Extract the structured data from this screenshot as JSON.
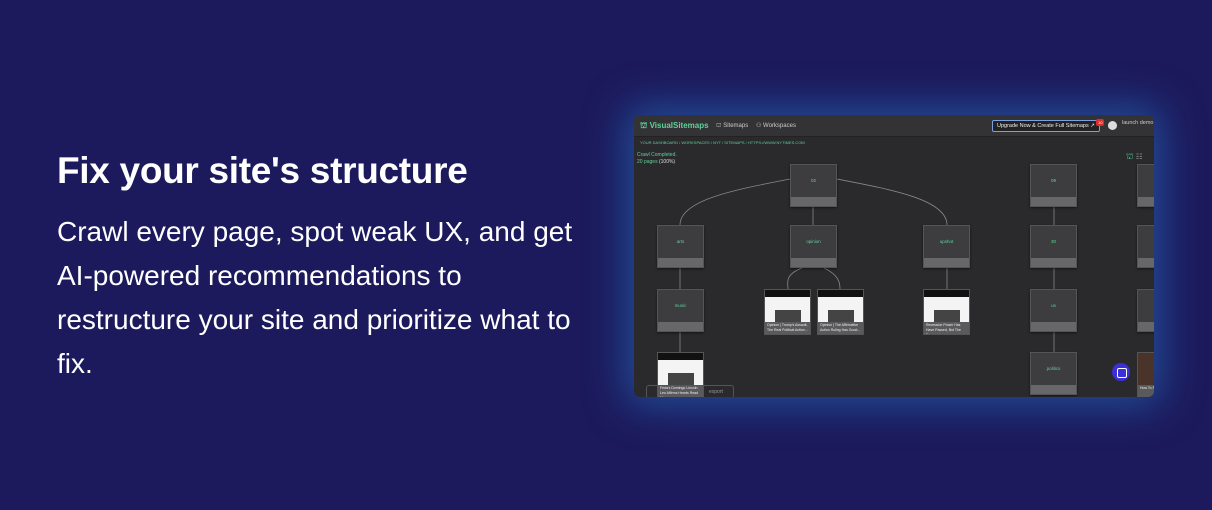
{
  "hero": {
    "headline": "Fix your site's structure",
    "body": "Crawl every page, spot weak UX, and get AI-powered recommendations to restructure your site and prioritize what to fix."
  },
  "app": {
    "logo": "VisualSitemaps",
    "nav": [
      "Sitemaps",
      "Workspaces"
    ],
    "upgrade_label": "Upgrade Now & Create Full Sitemaps ↗",
    "notification_count": "10",
    "user": "launch demo",
    "breadcrumb": "YOUR DASHBOARD / WORKSPACES / NYT / SITEMAPS / HTTPS://WWW.NYTIMES.COM",
    "crawl_status": "Crawl Completed.",
    "crawl_pages": "20 pages",
    "crawl_percent": "(100%)",
    "nodes": {
      "root": "02",
      "arts": "arts",
      "opinion": "opinion",
      "upshot": "upshot",
      "music": "music",
      "c4a": "09",
      "c4b": "30",
      "c4c": "us",
      "c4d": "politics"
    },
    "thumb_captions": [
      "Opinion | Trump's Assault, The Real Political Action...",
      "Opinion | The Affirmative Action Ruling Has Good...",
      "Recession Power Has Have Passed, But The Economic...",
      "Frida's Domingo Lincoln Leo Affirms Hearts Read More...",
      "How To Pl... Bread..."
    ],
    "export_label": "export",
    "colors": {
      "background": "#1c1a5c",
      "accent": "#5fd39a",
      "canvas": "#2a292b"
    }
  }
}
